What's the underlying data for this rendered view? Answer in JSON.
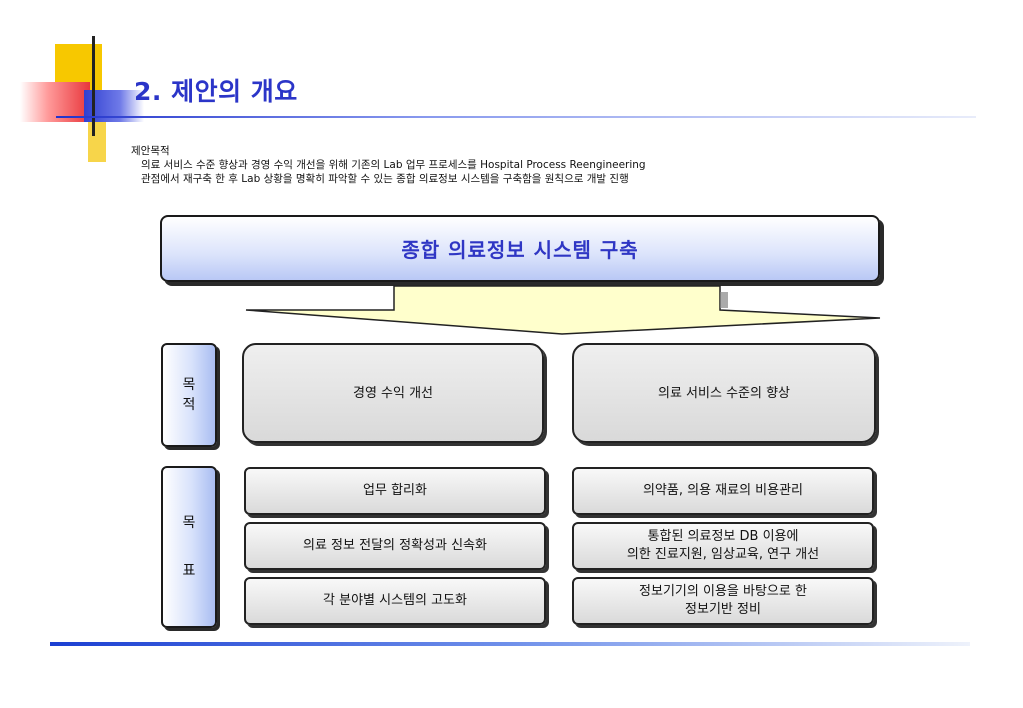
{
  "title": "2. 제안의 개요",
  "intro": {
    "heading": "제안목적",
    "line1": "의료 서비스 수준 향상과 경영 수익 개선을 위해 기존의 Lab 업무 프로세스를  Hospital Process Reengineering",
    "line2": "관점에서 재구축 한 후 Lab 상황을 명확히 파악할 수 있는 종합 의료정보 시스템을 구축함을 원칙으로 개발 진행"
  },
  "main_box": "종합 의료정보 시스템 구축",
  "labels": {
    "purpose": [
      "목",
      "적"
    ],
    "goal": [
      "목",
      "표"
    ]
  },
  "purposes": [
    "경영 수익 개선",
    "의료 서비스 수준의 향상"
  ],
  "goals": {
    "left": [
      "업무 합리화",
      "의료 정보 전달의 정확성과 신속화",
      "각 분야별 시스템의 고도화"
    ],
    "right": [
      [
        "의약품, 의용 재료의 비용관리"
      ],
      [
        "통합된 의료정보 DB 이용에",
        "의한 진료지원, 임상교육, 연구 개선"
      ],
      [
        "정보기기의 이용을 바탕으로 한",
        "정보기반 정비"
      ]
    ]
  },
  "colors": {
    "title": "#2b35c8",
    "accent_blue": "#1b3fd2",
    "accent_yellow": "#f7c800",
    "accent_red": "#e8363b"
  }
}
